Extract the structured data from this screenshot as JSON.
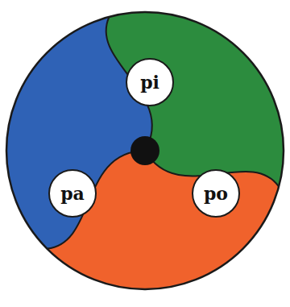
{
  "diagram": {
    "nodes": [
      {
        "text": [
          "pi"
        ]
      },
      {
        "text": [
          "pa"
        ]
      },
      {
        "text": [
          "po"
        ]
      }
    ]
  }
}
